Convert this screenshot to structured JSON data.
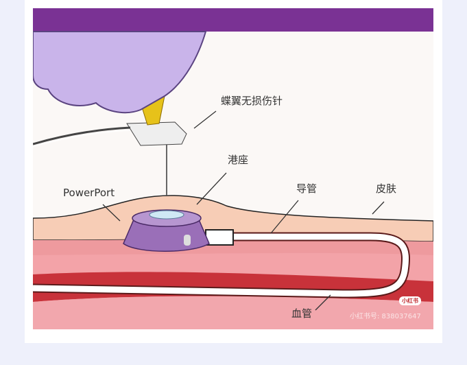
{
  "labels": {
    "needle": "蝶翼无损伤针",
    "port": "港座",
    "brand": "PowerPort",
    "catheter": "导管",
    "skin": "皮肤",
    "vessel": "血管"
  },
  "watermark": {
    "logo": "小红书",
    "account": "小红书号: 838037647"
  },
  "colors": {
    "header_bar": "#7a3294",
    "skin": "#f7cdb6",
    "vessel": "#c8323a",
    "port": "#9a6fb8"
  }
}
